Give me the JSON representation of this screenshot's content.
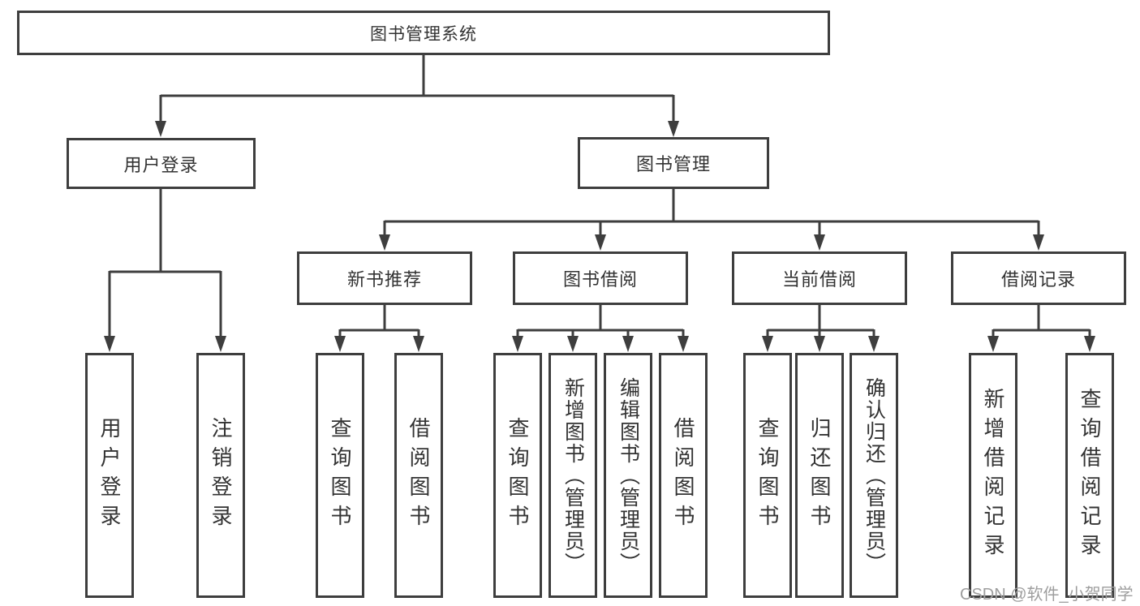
{
  "colors": {
    "line": "#3e3e3e",
    "text": "#333333",
    "watermark": "#9e9e9e",
    "background": "#ffffff"
  },
  "watermark": {
    "text": "CSDN @软件_小贺同学"
  },
  "tree": {
    "label": "图书管理系统",
    "children": [
      {
        "label": "用户登录",
        "children": [
          {
            "label": "用户登录"
          },
          {
            "label": "注销登录"
          }
        ]
      },
      {
        "label": "图书管理",
        "children": [
          {
            "label": "新书推荐",
            "children": [
              {
                "label": "查询图书"
              },
              {
                "label": "借阅图书"
              }
            ]
          },
          {
            "label": "图书借阅",
            "children": [
              {
                "label": "查询图书"
              },
              {
                "label": "新增图书（管理员）"
              },
              {
                "label": "编辑图书（管理员）"
              },
              {
                "label": "借阅图书"
              }
            ]
          },
          {
            "label": "当前借阅",
            "children": [
              {
                "label": "查询图书"
              },
              {
                "label": "归还图书"
              },
              {
                "label": "确认归还（管理员）"
              }
            ]
          },
          {
            "label": "借阅记录",
            "children": [
              {
                "label": "新增借阅记录"
              },
              {
                "label": "查询借阅记录"
              }
            ]
          }
        ]
      }
    ]
  }
}
